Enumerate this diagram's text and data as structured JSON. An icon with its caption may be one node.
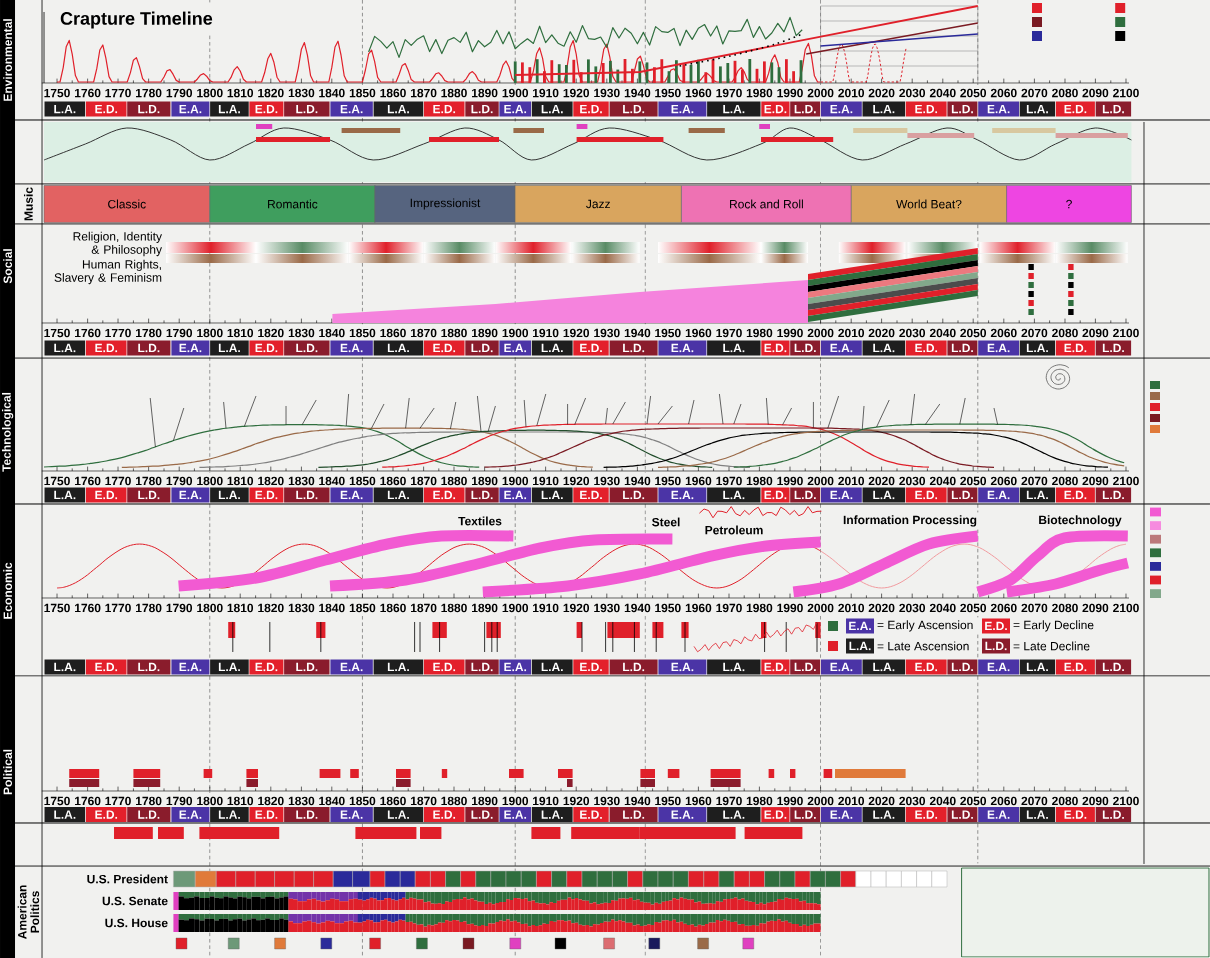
{
  "diagram": {
    "title": "Crapture Timeline",
    "nodes": [
      {
        "text": [
          "Classic"
        ]
      },
      {
        "text": [
          "Romantic"
        ]
      },
      {
        "text": [
          "Impressionist"
        ]
      },
      {
        "text": [
          "Jazz"
        ]
      },
      {
        "text": [
          "Rock and Roll"
        ]
      },
      {
        "text": [
          "World Beat?"
        ]
      },
      {
        "text": [
          "?"
        ]
      }
    ],
    "labels": [
      "Environmental",
      "1750",
      "1760",
      "1770",
      "1780",
      "1790",
      "1800",
      "1810",
      "1820",
      "1830",
      "1840",
      "1850",
      "1860",
      "1870",
      "1880",
      "1890",
      "1900",
      "1910",
      "1920",
      "1930",
      "1940",
      "1950",
      "1960",
      "1970",
      "1980",
      "1990",
      "2000",
      "2010",
      "2020",
      "2030",
      "2040",
      "2050",
      "2060",
      "2070",
      "2080",
      "2090",
      "2100",
      "L.A.",
      "E.D.",
      "L.D.",
      "E.A.",
      "L.A.",
      "E.D.",
      "L.D.",
      "E.A.",
      "L.A.",
      "E.D.",
      "L.D.",
      "E.A.",
      "L.A.",
      "E.D.",
      "L.D.",
      "E.A.",
      "L.A.",
      "E.D.",
      "L.D.",
      "E.A.",
      "L.A.",
      "E.D.",
      "L.D.",
      "E.A.",
      "L.A.",
      "E.D.",
      "L.D.",
      "Social",
      "Music",
      "Religion, Identity & Philosophy",
      "Human Rights, Slavery & Feminism",
      "1750",
      "1760",
      "1770",
      "1780",
      "1790",
      "1800",
      "1810",
      "1820",
      "1830",
      "1840",
      "1850",
      "1860",
      "1870",
      "1880",
      "1890",
      "1900",
      "1910",
      "1920",
      "1930",
      "1940",
      "1950",
      "1960",
      "1970",
      "1980",
      "1990",
      "2000",
      "2010",
      "2020",
      "2030",
      "2040",
      "2050",
      "2060",
      "2070",
      "2080",
      "2090",
      "2100",
      "L.A.",
      "E.D.",
      "L.D.",
      "E.A.",
      "L.A.",
      "E.D.",
      "L.D.",
      "E.A.",
      "L.A.",
      "E.D.",
      "L.D.",
      "E.A.",
      "L.A.",
      "E.D.",
      "L.D.",
      "E.A.",
      "L.A.",
      "E.D.",
      "L.D.",
      "E.A.",
      "L.A.",
      "E.D.",
      "L.D.",
      "E.A.",
      "L.A.",
      "E.D.",
      "L.D.",
      "Technological",
      "1750",
      "1760",
      "1770",
      "1780",
      "1790",
      "1800",
      "1810",
      "1820",
      "1830",
      "1840",
      "1850",
      "1860",
      "1870",
      "1880",
      "1890",
      "1900",
      "1910",
      "1920",
      "1930",
      "1940",
      "1950",
      "1960",
      "1970",
      "1980",
      "1990",
      "2000",
      "2010",
      "2020",
      "2030",
      "2040",
      "2050",
      "2060",
      "2070",
      "2080",
      "2090",
      "2100",
      "L.A.",
      "E.D.",
      "L.D.",
      "E.A.",
      "L.A.",
      "E.D.",
      "L.D.",
      "E.A.",
      "L.A.",
      "E.D.",
      "L.D.",
      "E.A.",
      "L.A.",
      "E.D.",
      "L.D.",
      "E.A.",
      "L.A.",
      "E.D.",
      "L.D.",
      "E.A.",
      "L.A.",
      "E.D.",
      "L.D.",
      "E.A.",
      "L.A.",
      "E.D.",
      "L.D.",
      "Economic",
      "Textiles",
      "Steel",
      "Petroleum",
      "Information Processing",
      "Biotechnology",
      "1750",
      "1760",
      "1770",
      "1780",
      "1790",
      "1800",
      "1810",
      "1820",
      "1830",
      "1840",
      "1850",
      "1860",
      "1870",
      "1880",
      "1890",
      "1900",
      "1910",
      "1920",
      "1930",
      "1940",
      "1950",
      "1960",
      "1970",
      "1980",
      "1990",
      "2000",
      "2010",
      "2020",
      "2030",
      "2040",
      "2050",
      "2060",
      "2070",
      "2080",
      "2090",
      "2100",
      "E.A.",
      "= Early Ascension",
      "L.A.",
      "= Late Ascension",
      "E.D.",
      "= Early Decline",
      "L.D.",
      "= Late Decline",
      "L.A.",
      "E.D.",
      "L.D.",
      "E.A.",
      "L.A.",
      "E.D.",
      "L.D.",
      "E.A.",
      "L.A.",
      "E.D.",
      "L.D.",
      "E.A.",
      "L.A.",
      "E.D.",
      "L.D.",
      "E.A.",
      "L.A.",
      "E.D.",
      "L.D.",
      "E.A.",
      "L.A.",
      "E.D.",
      "L.D.",
      "E.A.",
      "L.A.",
      "E.D.",
      "L.D.",
      "Political",
      "1750",
      "1760",
      "1770",
      "1780",
      "1790",
      "1800",
      "1810",
      "1820",
      "1830",
      "1840",
      "1850",
      "1860",
      "1870",
      "1880",
      "1890",
      "1900",
      "1910",
      "1920",
      "1930",
      "1940",
      "1950",
      "1960",
      "1970",
      "1980",
      "1990",
      "2000",
      "2010",
      "2020",
      "2030",
      "2040",
      "2050",
      "2060",
      "2070",
      "2080",
      "2090",
      "2100",
      "L.A.",
      "E.D.",
      "L.D.",
      "E.A.",
      "L.A.",
      "E.D.",
      "L.D.",
      "E.A.",
      "L.A.",
      "E.D.",
      "L.D.",
      "E.A.",
      "L.A.",
      "E.D.",
      "L.D.",
      "E.A.",
      "L.A.",
      "E.D.",
      "L.D.",
      "E.A.",
      "L.A.",
      "E.D.",
      "L.D.",
      "E.A.",
      "L.A.",
      "E.D.",
      "L.D.",
      "American Politics",
      "U.S. President",
      "U.S. Senate",
      "U.S. House"
    ]
  }
}
